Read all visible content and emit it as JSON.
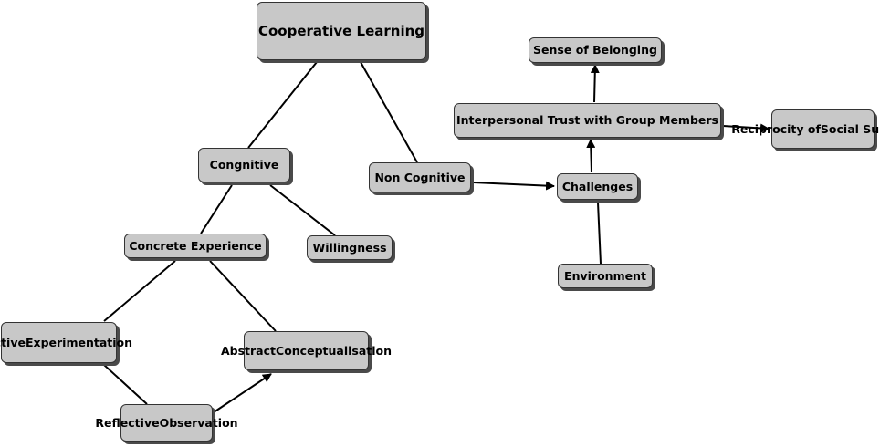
{
  "nodes": {
    "cooperative_learning": {
      "line1": "Cooperative Learning"
    },
    "congnitive": {
      "line1": "Congnitive"
    },
    "non_cognitive": {
      "line1": "Non Cognitive"
    },
    "concrete_experience": {
      "line1": "Concrete Experience"
    },
    "willingness": {
      "line1": "Willingness"
    },
    "active_experimentation": {
      "line1": "Active",
      "line2": "Experimentation"
    },
    "abstract_conceptualisation": {
      "line1": "Abstract",
      "line2": "Conceptualisation"
    },
    "reflective_observation": {
      "line1": "Reflective",
      "line2": "Observation"
    },
    "challenges": {
      "line1": "Challenges"
    },
    "environment": {
      "line1": "Environment"
    },
    "interpersonal_trust": {
      "line1": "Interpersonal Trust with Group Members"
    },
    "sense_of_belonging": {
      "line1": "Sense of Belonging"
    },
    "reciprocity": {
      "line1": "Reciprocity of",
      "line2": "Social Support"
    }
  },
  "colors": {
    "node_fill": "#c8c8c8",
    "node_border": "#333333",
    "node_shadow": "#4a4a4a",
    "edge": "#000000"
  }
}
